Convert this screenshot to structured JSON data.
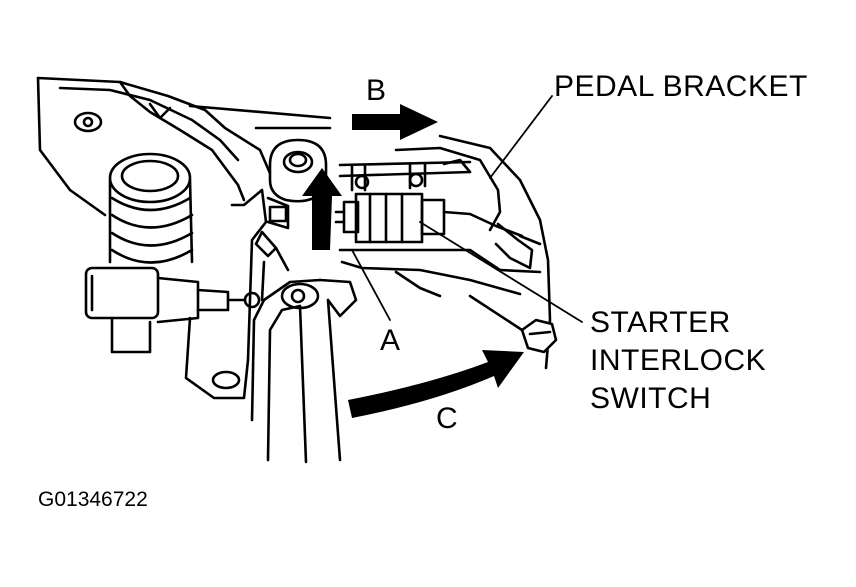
{
  "figure_id": "G01346722",
  "labels": {
    "pedal_bracket": "PEDAL BRACKET",
    "starter_interlock_line1": "STARTER",
    "starter_interlock_line2": "INTERLOCK",
    "starter_interlock_line3": "SWITCH",
    "arrow_a": "A",
    "arrow_b": "B",
    "arrow_c": "C"
  },
  "colors": {
    "ink": "#000000",
    "paper": "#ffffff"
  }
}
